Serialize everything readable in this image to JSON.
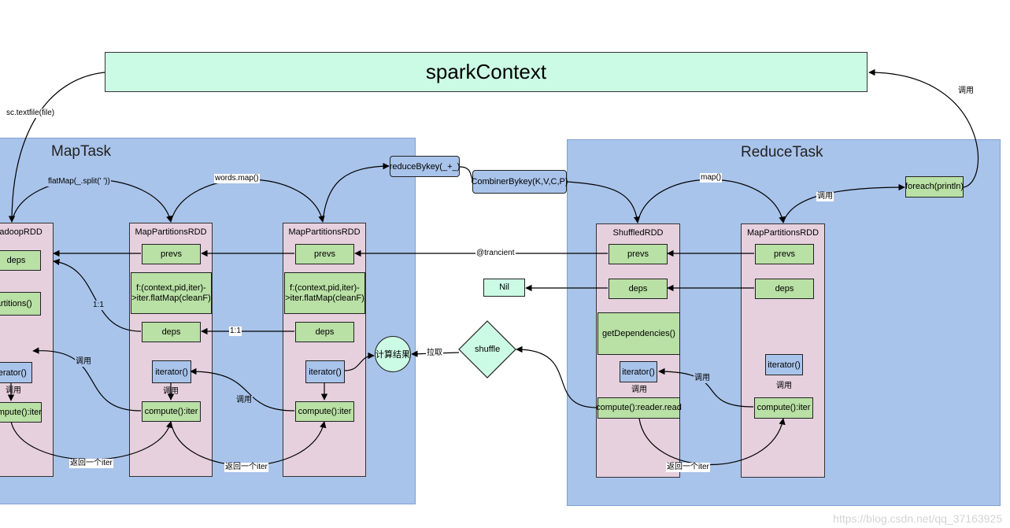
{
  "spark_context": "sparkContext",
  "map_task": {
    "title": "MapTask",
    "hadoop_rdd": {
      "title": "p:HadoopRDD",
      "deps": "deps",
      "partitions": "getPartitions()",
      "iterator": "iterator()",
      "compute": "compute():iter"
    },
    "map_partitions_1": {
      "title": "MapPartitionsRDD",
      "prevs": "prevs",
      "f": "f:(context,pid,iter)->iter.flatMap(cleanF)",
      "deps": "deps",
      "iterator": "iterator()",
      "compute": "compute():iter"
    },
    "map_partitions_2": {
      "title": "MapPartitionsRDD",
      "prevs": "prevs",
      "f": "f:(context,pid,iter)->iter.flatMap(cleanF)",
      "deps": "deps",
      "iterator": "iterator()",
      "compute": "compute():iter"
    }
  },
  "reduce_task": {
    "title": "ReduceTask",
    "shuffled_rdd": {
      "title": "ShuffledRDD",
      "prevs": "prevs",
      "deps": "deps",
      "get_dependencies": "getDependencies()",
      "iterator": "iterator()",
      "compute": "compute():reader.read"
    },
    "map_partitions": {
      "title": "MapPartitionsRDD",
      "prevs": "prevs",
      "deps": "deps",
      "iterator": "iterator()",
      "compute": "compute():iter"
    }
  },
  "nodes": {
    "reduce_bykey": "reduceBykey(_+_)",
    "combiner_bykey": "CombinerBykey(K,V,C,P)",
    "foreach": "foreach(println)",
    "nil": "Nil",
    "shuffle": "shuffle",
    "result": "计算结果"
  },
  "labels": {
    "textfile": "sc.textfile(file)",
    "call_top": "调用",
    "flatmap": "flatMap(_.split(' '))",
    "words_map": "words.map()",
    "map_fn": "map()",
    "call_foreach": "调用",
    "trancient": "@trancient",
    "one_to_one_a": "1:1",
    "one_to_one_b": "1:1",
    "pull": "拉取",
    "call_h1": "调用",
    "call_h2": "调用",
    "call_m1": "调用",
    "call_m2": "调用",
    "call_s1": "调用",
    "call_r1": "调用",
    "call_r2": "调用",
    "return_1": "返回一个iter",
    "return_2": "返回一个iter",
    "return_3": "返回一个iter"
  },
  "watermark": "https://blog.csdn.net/qq_37163925"
}
